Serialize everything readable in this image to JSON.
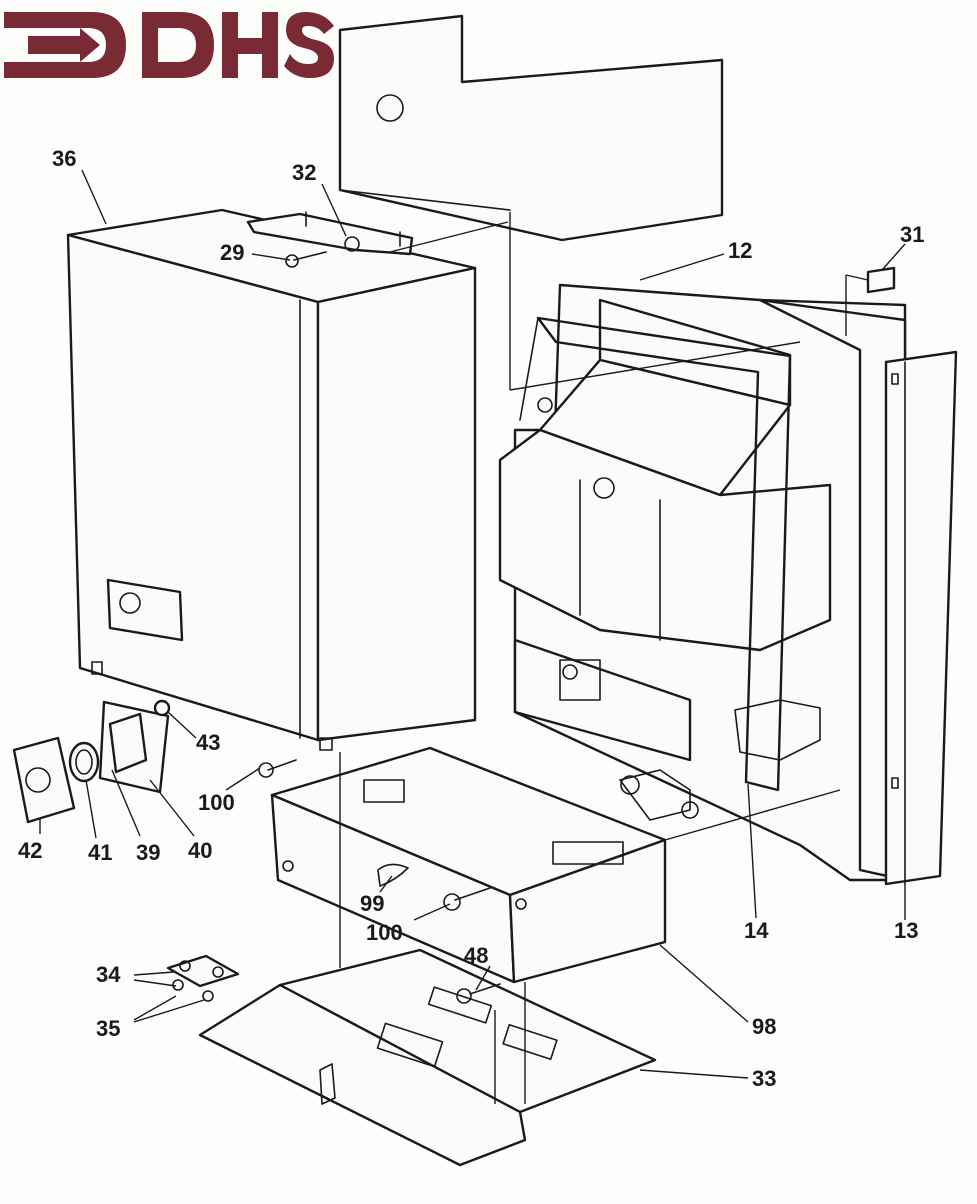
{
  "diagram": {
    "brand": {
      "logo_text": "DHS",
      "color": "#7a2a34"
    },
    "callouts": [
      {
        "id": "c36",
        "label": "36"
      },
      {
        "id": "c32",
        "label": "32"
      },
      {
        "id": "c29",
        "label": "29"
      },
      {
        "id": "c12",
        "label": "12"
      },
      {
        "id": "c31",
        "label": "31"
      },
      {
        "id": "c43",
        "label": "43"
      },
      {
        "id": "c100a",
        "label": "100"
      },
      {
        "id": "c42",
        "label": "42"
      },
      {
        "id": "c41",
        "label": "41"
      },
      {
        "id": "c39",
        "label": "39"
      },
      {
        "id": "c40",
        "label": "40"
      },
      {
        "id": "c99",
        "label": "99"
      },
      {
        "id": "c100b",
        "label": "100"
      },
      {
        "id": "c14",
        "label": "14"
      },
      {
        "id": "c13",
        "label": "13"
      },
      {
        "id": "c34",
        "label": "34"
      },
      {
        "id": "c48",
        "label": "48"
      },
      {
        "id": "c35",
        "label": "35"
      },
      {
        "id": "c98",
        "label": "98"
      },
      {
        "id": "c33",
        "label": "33"
      }
    ]
  }
}
